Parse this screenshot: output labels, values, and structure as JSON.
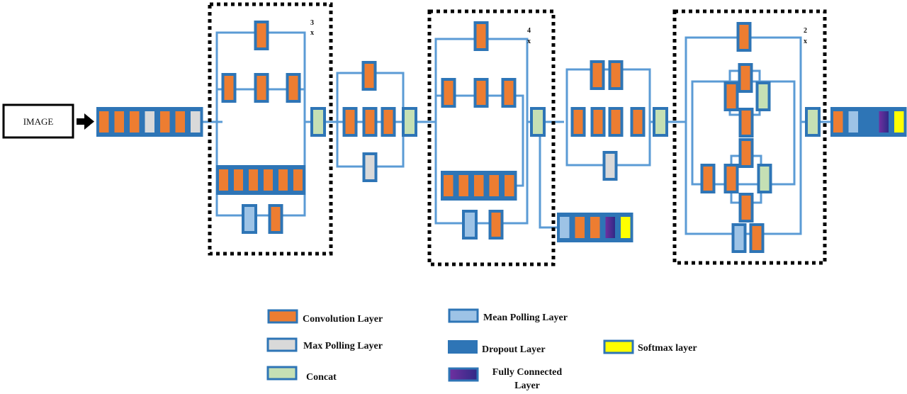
{
  "colors": {
    "line": "#5b9bd5",
    "border": "#2e75b6",
    "convolution": "#ed7d31",
    "max_pooling": "#d9d9d9",
    "concat": "#c5e0b4",
    "mean_pooling": "#9dc3e6",
    "dropout": "#2e75b6",
    "fully_connected_start": "#7030a0",
    "fully_connected_end": "#3a2a8a",
    "softmax": "#ffff00",
    "dotted_box": "#000000"
  },
  "input": {
    "label": "IMAGE"
  },
  "stem": {
    "layers": [
      "convolution",
      "convolution",
      "convolution",
      "max_pooling",
      "convolution",
      "convolution",
      "max_pooling"
    ]
  },
  "blocks": [
    {
      "id": "inception-a",
      "repeat_number": "3",
      "repeat_suffix": "x"
    },
    {
      "id": "inception-b",
      "repeat_number": "4",
      "repeat_suffix": "x"
    },
    {
      "id": "inception-c",
      "repeat_number": "2",
      "repeat_suffix": "x"
    }
  ],
  "auxiliary_head": {
    "layers": [
      "mean_pooling",
      "convolution",
      "convolution",
      "fully_connected",
      "softmax"
    ]
  },
  "final_head": {
    "layers": [
      "convolution",
      "mean_pooling",
      "dropout",
      "fully_connected",
      "softmax"
    ]
  },
  "legend": {
    "items": [
      {
        "key": "convolution",
        "label": "Convolution Layer"
      },
      {
        "key": "max_pooling",
        "label": "Max Polling Layer"
      },
      {
        "key": "concat",
        "label": "Concat"
      },
      {
        "key": "mean_pooling",
        "label": "Mean Polling Layer"
      },
      {
        "key": "dropout",
        "label": "Dropout Layer"
      },
      {
        "key": "fully_connected",
        "label_line1": "Fully Connected",
        "label_line2": "Layer"
      },
      {
        "key": "softmax",
        "label": "Softmax layer"
      }
    ]
  }
}
